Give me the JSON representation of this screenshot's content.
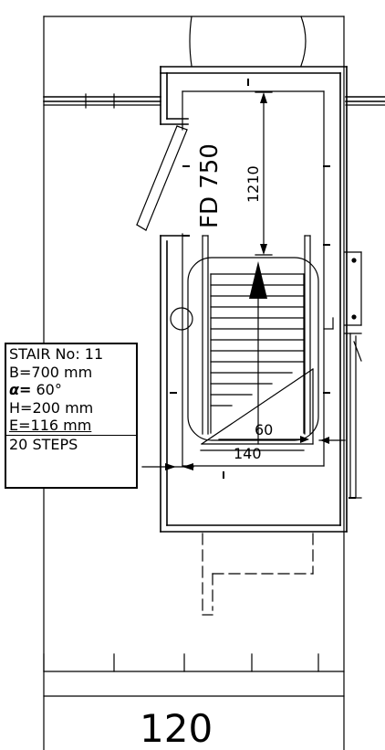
{
  "drawing": {
    "door_label": "FD 750",
    "dim_clear_height": "1210",
    "dim_width_upper": "60",
    "dim_width_lower": "140",
    "floor_label": "120"
  },
  "stair_spec": {
    "line1": "STAIR No: 11",
    "line2": "B=700 mm",
    "alpha_symbol": "α=",
    "alpha_value": " 60°",
    "line4": "H=200 mm",
    "line5": "E=116 mm",
    "line6": "20 STEPS"
  }
}
